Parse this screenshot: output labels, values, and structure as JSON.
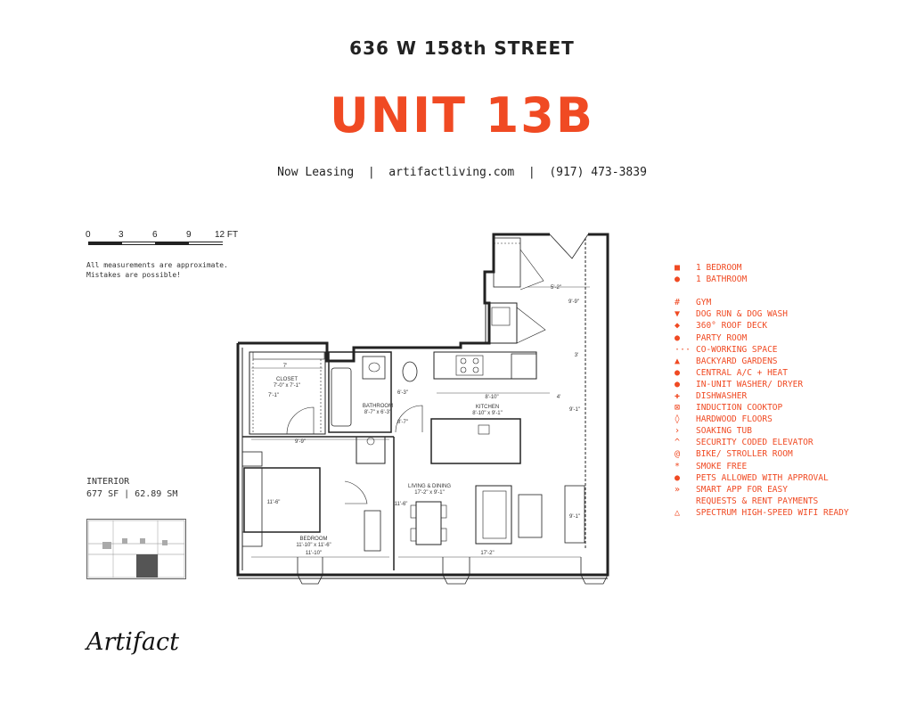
{
  "header": {
    "address": "636 W 158th STREET",
    "unit": "UNIT 13B",
    "contact": "Now Leasing  |  artifactliving.com  |  (917) 473-3839"
  },
  "scale_bar": {
    "ticks": [
      "0",
      "3",
      "6",
      "9",
      "12 FT"
    ]
  },
  "note": "All measurements are approximate.\nMistakes are possible!",
  "interior": {
    "label": "INTERIOR",
    "area": "677 SF | 62.89 SM"
  },
  "brand": "Artifact",
  "plan": {
    "closet": {
      "name": "CLOSET",
      "dims": "7'-0\" x 7'-1\"",
      "w": "7'",
      "h": "7'-1\""
    },
    "bathroom": {
      "name": "BATHROOM",
      "dims": "8'-7\" x 6'-3\"",
      "h": "6'-3\"",
      "w": "8'-7\""
    },
    "kitchen": {
      "name": "KITCHEN",
      "dims": "8'-10\" x 9'-1\"",
      "w": "8'-10\"",
      "h": "9'-1\""
    },
    "living": {
      "name": "LIVING & DINING",
      "dims": "17'-2\" x 9'-1\"",
      "h": "11'-6\"",
      "w": "17'-2\"",
      "h2": "9'-1\""
    },
    "bedroom": {
      "name": "BEDROOM",
      "dims": "11'-10\" x 11'-6\"",
      "w": "11'-10\"",
      "h": "11'-6\""
    },
    "entry": {
      "w": "5'-2\"",
      "h": "9'-9\""
    },
    "misc": {
      "d1": "9'-9\"",
      "d2": "4'",
      "d3": "3'"
    }
  },
  "amenities": {
    "unit_features": [
      {
        "icon": "square-icon",
        "glyph": "■",
        "label": "1 BEDROOM"
      },
      {
        "icon": "drop-icon",
        "glyph": "●",
        "label": "1 BATHROOM"
      }
    ],
    "building_features": [
      {
        "icon": "hash-icon",
        "glyph": "#",
        "label": "GYM"
      },
      {
        "icon": "bucket-icon",
        "glyph": "▼",
        "label": "DOG RUN & DOG WASH"
      },
      {
        "icon": "diamond-icon",
        "glyph": "◆",
        "label": "360° ROOF DECK"
      },
      {
        "icon": "flame-icon",
        "glyph": "●",
        "label": "PARTY ROOM"
      },
      {
        "icon": "dots-icon",
        "glyph": "···",
        "label": "CO-WORKING SPACE"
      },
      {
        "icon": "triangle-icon",
        "glyph": "▲",
        "label": "BACKYARD GARDENS"
      },
      {
        "icon": "leaf-icon",
        "glyph": "●",
        "label": "CENTRAL A/C + HEAT"
      },
      {
        "icon": "circle-icon",
        "glyph": "●",
        "label": "IN-UNIT WASHER/ DRYER"
      },
      {
        "icon": "plus-icon",
        "glyph": "✚",
        "label": "DISHWASHER"
      },
      {
        "icon": "cooktop-icon",
        "glyph": "⊠",
        "label": "INDUCTION COOKTOP"
      },
      {
        "icon": "diamond-outline-icon",
        "glyph": "◊",
        "label": "HARDWOOD FLOORS"
      },
      {
        "icon": "chevron-right-icon",
        "glyph": "›",
        "label": "SOAKING TUB"
      },
      {
        "icon": "caret-up-icon",
        "glyph": "^",
        "label": "SECURITY CODED ELEVATOR"
      },
      {
        "icon": "at-icon",
        "glyph": "@",
        "label": "BIKE/ STROLLER ROOM"
      },
      {
        "icon": "asterisk-icon",
        "glyph": "*",
        "label": "SMOKE FREE"
      },
      {
        "icon": "paw-icon",
        "glyph": "●",
        "label": "PETS ALLOWED WITH APPROVAL"
      },
      {
        "icon": "double-chevron-icon",
        "glyph": "»",
        "label": "SMART APP FOR EASY"
      },
      {
        "icon": "",
        "glyph": "",
        "label": "REQUESTS & RENT PAYMENTS"
      },
      {
        "icon": "wifi-triangle-icon",
        "glyph": "△",
        "label": "SPECTRUM HIGH-SPEED WIFI READY"
      }
    ]
  },
  "colors": {
    "accent": "#f04a23",
    "ink": "#222222"
  }
}
